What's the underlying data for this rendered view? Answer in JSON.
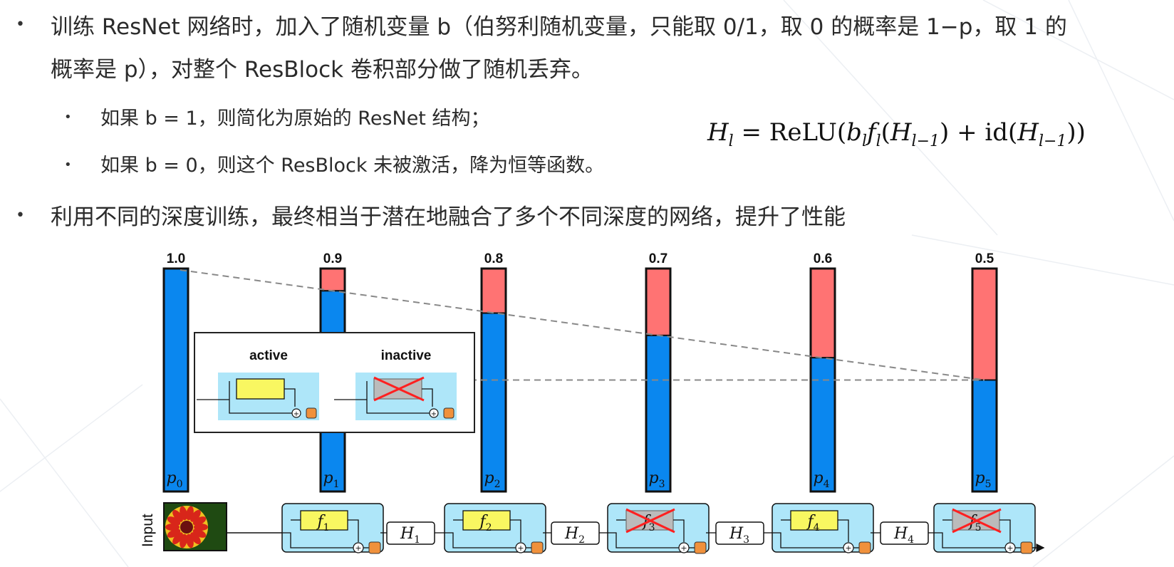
{
  "bullets": [
    {
      "line1": "训练 ResNet 网络时，加入了随机变量 b（伯努利随机变量，只能取 0/1，取 0 的概率是 1−p，取 1 的",
      "line2": "概率是 p），对整个 ResBlock 卷积部分做了随机丢弃。"
    },
    {
      "line1": "利用不同的深度训练，最终相当于潜在地融合了多个不同深度的网络，提升了性能"
    }
  ],
  "sub_bullets": [
    "如果 b = 1，则简化为原始的 ResNet 结构；",
    "如果 b = 0，则这个 ResBlock 未被激活，降为恒等函数。"
  ],
  "formula": {
    "lhs": "H",
    "lhs_sub": "l",
    "eq": " = ReLU(",
    "b": "b",
    "b_sub": "l",
    "f": "f",
    "f_sub": "l",
    "arg1_open": "(",
    "h1": "H",
    "h1_sub": "l−1",
    "mid": ") + id(",
    "h2": "H",
    "h2_sub": "l−1",
    "close": "))"
  },
  "colors": {
    "blue": "#0a87ef",
    "red": "#ff7373",
    "cyan_box": "#aee6f9",
    "yellow": "#f9f761",
    "orange": "#f0913c",
    "gray_box": "#bbbbbb",
    "cross": "#ff2020"
  },
  "survival_probs": {
    "labels": [
      "1.0",
      "0.9",
      "0.8",
      "0.7",
      "0.6",
      "0.5"
    ],
    "values": [
      1.0,
      0.9,
      0.8,
      0.7,
      0.6,
      0.5
    ],
    "bar_labels": [
      "p",
      "p",
      "p",
      "p",
      "p",
      "p"
    ],
    "bar_subs": [
      "0",
      "1",
      "2",
      "3",
      "4",
      "5"
    ]
  },
  "inset": {
    "active_label": "active",
    "inactive_label": "inactive"
  },
  "network": {
    "input_label": "Input",
    "input_image": "flower-image",
    "blocks": [
      {
        "f": "f",
        "sub": "1",
        "active": true
      },
      {
        "f": "f",
        "sub": "2",
        "active": true
      },
      {
        "f": "f",
        "sub": "3",
        "active": false
      },
      {
        "f": "f",
        "sub": "4",
        "active": true
      },
      {
        "f": "f",
        "sub": "5",
        "active": false
      }
    ],
    "hidden": [
      {
        "h": "H",
        "sub": "1"
      },
      {
        "h": "H",
        "sub": "2"
      },
      {
        "h": "H",
        "sub": "3"
      },
      {
        "h": "H",
        "sub": "4"
      }
    ]
  }
}
